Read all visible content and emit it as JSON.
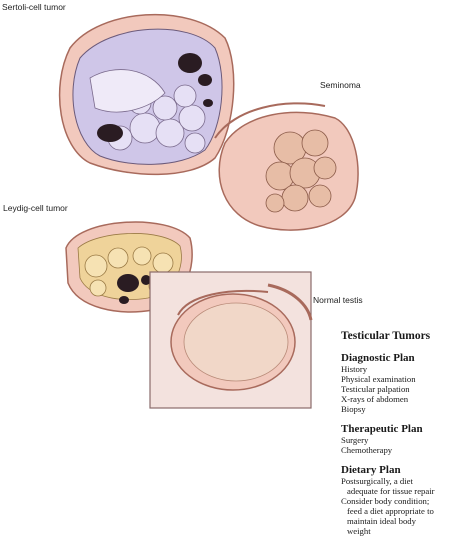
{
  "labels": {
    "sertoli": "Sertoli-cell tumor",
    "seminoma": "Seminoma",
    "leydig": "Leydig-cell tumor",
    "normal": "Normal testis"
  },
  "panel": {
    "title": "Testicular Tumors",
    "sections": [
      {
        "heading": "Diagnostic Plan",
        "items": [
          "History",
          "Physical examination",
          "Testicular palpation",
          "X-rays of abdomen",
          "Biopsy"
        ]
      },
      {
        "heading": "Therapeutic Plan",
        "items": [
          "Surgery",
          "Chemotherapy"
        ]
      },
      {
        "heading": "Dietary Plan",
        "items": [
          "Postsurgically, a diet",
          "adequate for tissue repair",
          "Consider body condition;",
          "feed a diet appropriate to",
          "maintain ideal body",
          "weight"
        ]
      }
    ]
  },
  "colors": {
    "tunic": "#f2c9bd",
    "tunic_stroke": "#a86a5c",
    "tumor_lilac": "#cfc6e8",
    "tumor_pink": "#e7bda6",
    "tumor_yellow": "#efd39a",
    "cyst_dark": "#2a1c22",
    "box_bg": "#f3e2de",
    "box_stroke": "#8a6b6b"
  }
}
